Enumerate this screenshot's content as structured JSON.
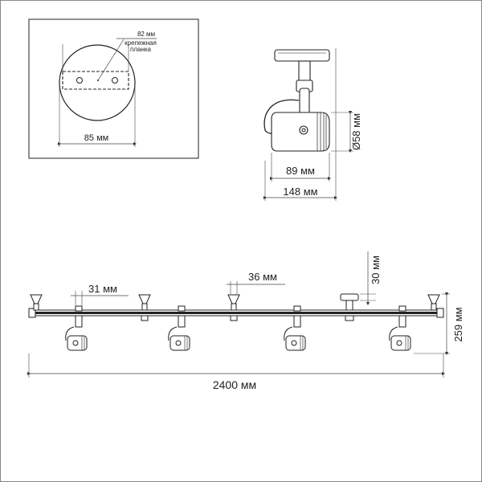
{
  "labels": {
    "mount_slot_width": "82 мм",
    "mount_plate_label_line1": "крепежная",
    "mount_plate_label_line2": "планка",
    "base_diameter": "85 мм",
    "head_diameter": "Ø58 мм",
    "head_length": "89 мм",
    "total_depth": "148 мм",
    "track_total_length": "2400 мм",
    "total_height": "259 мм",
    "connector_width_a": "31 мм",
    "connector_width_b": "36 мм",
    "canopy_height": "30 мм"
  },
  "colors": {
    "line": "#222222",
    "frame": "#888888"
  }
}
